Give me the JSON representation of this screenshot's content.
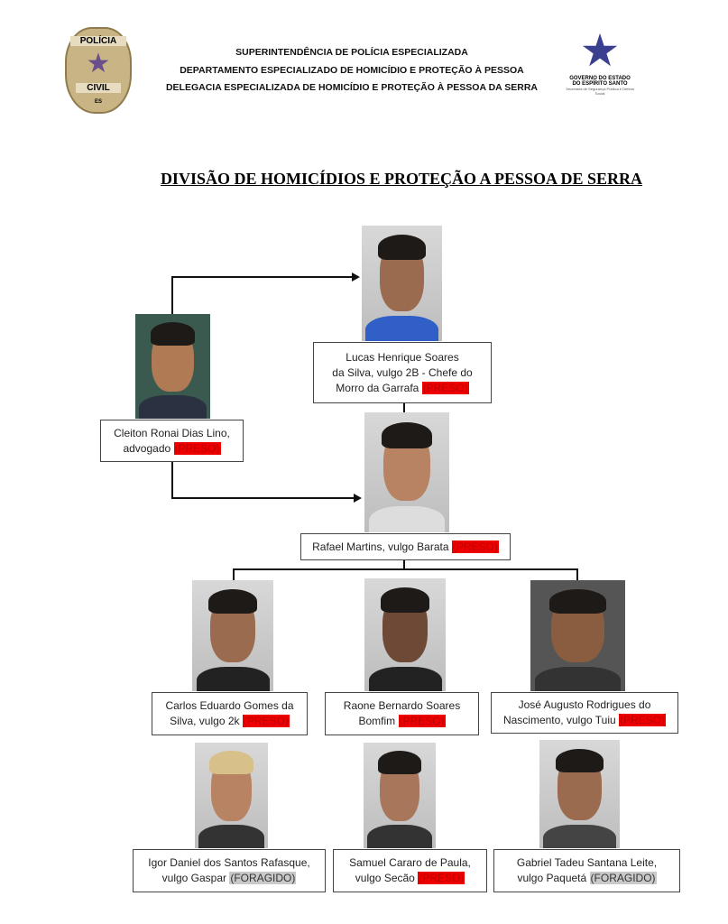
{
  "header": {
    "left_logo": {
      "top": "POLÍCIA",
      "bottom": "CIVIL",
      "state": "ES"
    },
    "lines": [
      "SUPERINTENDÊNCIA DE POLÍCIA ESPECIALIZADA",
      "DEPARTAMENTO ESPECIALIZADO DE HOMICÍDIO E PROTEÇÃO À PESSOA",
      "DELEGACIA ESPECIALIZADA DE HOMICÍDIO E PROTEÇÃO À PESSOA DA SERRA"
    ],
    "right_logo": {
      "line1": "GOVERNO DO ESTADO",
      "line2": "DO ESPÍRITO SANTO",
      "line3": "Secretaria de Segurança Pública e Defesa Social"
    }
  },
  "title": "DIVISÃO DE HOMICÍDIOS E PROTEÇÃO A PESSOA DE SERRA",
  "people": {
    "lucas": {
      "l1": "Lucas Henrique Soares",
      "l2": "da Silva, vulgo 2B - Chefe do",
      "l3": "Morro da Garrafa",
      "status": "(PRESO)"
    },
    "cleiton": {
      "l1": "Cleiton Ronai Dias Lino,",
      "l2": "advogado",
      "status": "(PRESO)"
    },
    "rafael": {
      "l1": "Rafael Martins, vulgo Barata",
      "status": "(PRESO)"
    },
    "carlos": {
      "l1": "Carlos Eduardo Gomes da",
      "l2": "Silva, vulgo 2k",
      "status": "(PRESO)"
    },
    "raone": {
      "l1": "Raone Bernardo Soares",
      "l2": "Bomfim",
      "status": "(PRESO)"
    },
    "jose": {
      "l1": "José Augusto Rodrigues do",
      "l2": "Nascimento, vulgo Tuiu",
      "status": "(PRESO)"
    },
    "igor": {
      "l1": "Igor Daniel dos Santos Rafasque,",
      "l2": "vulgo Gaspar",
      "status": "(FORAGIDO)"
    },
    "samuel": {
      "l1": "Samuel Cararo de Paula,",
      "l2": "vulgo Secão",
      "status": "(PRESO)"
    },
    "gabriel": {
      "l1": "Gabriel Tadeu Santana Leite,",
      "l2": "vulgo Paquetá",
      "status": "(FORAGIDO)"
    }
  },
  "colors": {
    "preso": "#ee0000",
    "foragido": "#c9c9c9"
  }
}
